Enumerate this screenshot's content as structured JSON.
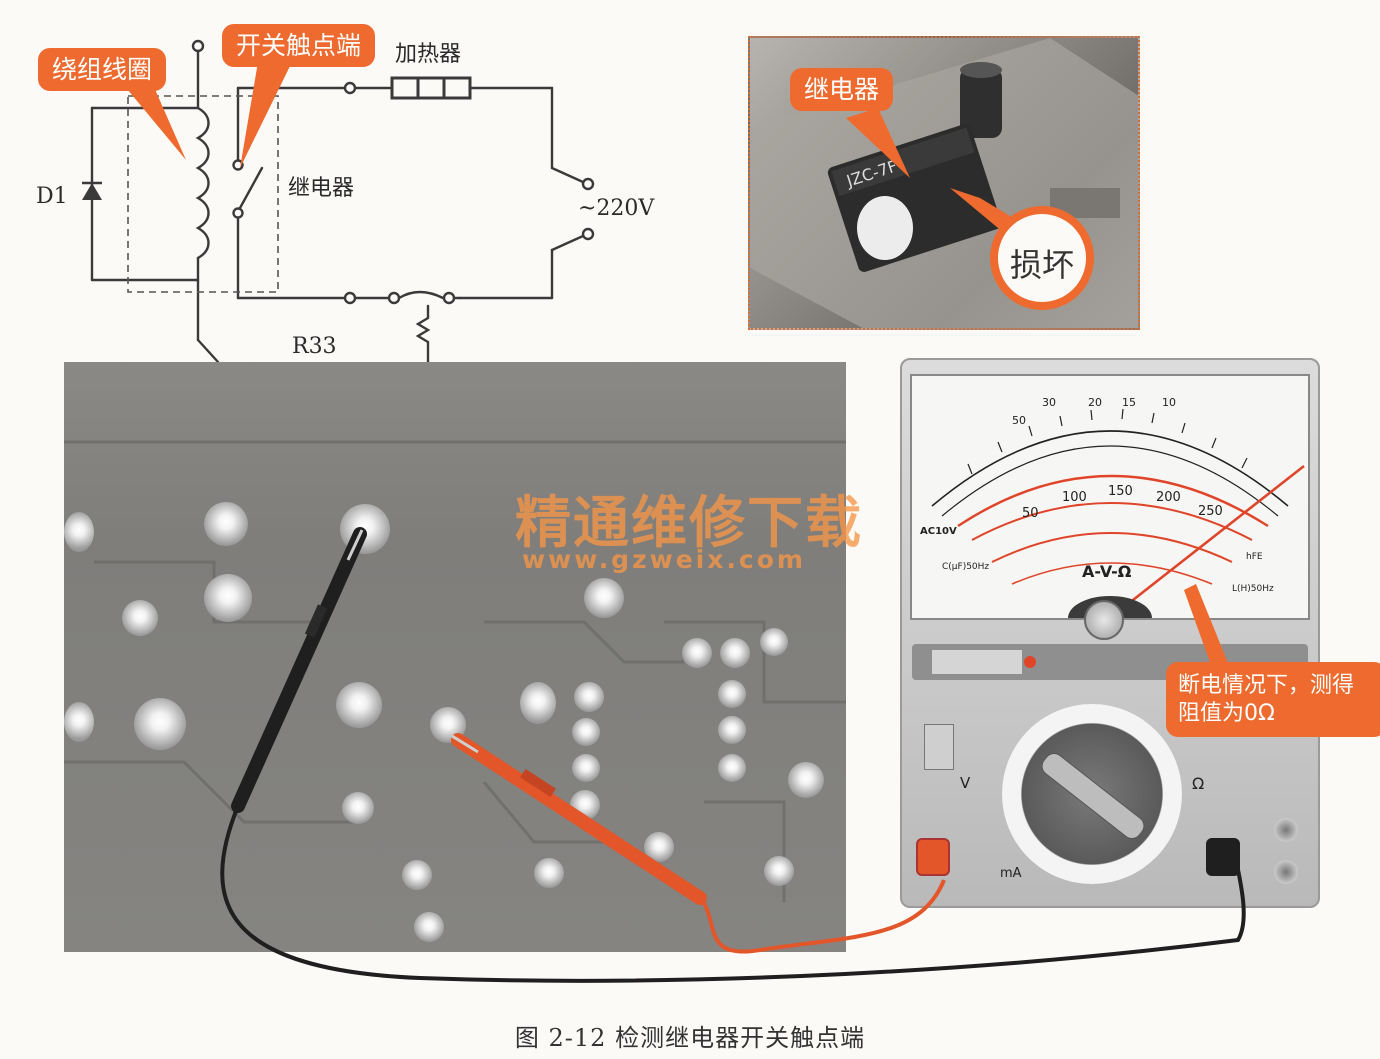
{
  "circuit": {
    "callout_coil": "绕组线圈",
    "callout_contact": "开关触点端",
    "heater_label": "加热器",
    "relay_label": "继电器",
    "diode_label": "D1",
    "voltage_label": "~220V",
    "resistor_label": "R33"
  },
  "inset": {
    "relay_callout": "继电器",
    "damage_callout": "损坏",
    "relay_marking": "JZC-7F"
  },
  "meter": {
    "scale_title": "A-V-Ω",
    "ac_label": "AC10V",
    "cap_label": "C(μF)50Hz",
    "ind_label": "L(H)50Hz",
    "hfe_label": "hFE",
    "ma_label": "mA",
    "ohm_label": "Ω",
    "v_label": "V",
    "top_scale": [
      "30",
      "20",
      "15",
      "10",
      "50"
    ],
    "mid_scale": [
      "50",
      "100",
      "150",
      "200",
      "250"
    ],
    "callout": "断电情况下，测得阻值为0Ω"
  },
  "watermark": {
    "title": "精通维修下载",
    "url": "www.gzweix.com"
  },
  "caption": "图 2-12    检测继电器开关触点端",
  "colors": {
    "accent": "#ee6a2e",
    "probe_red": "#e2562a",
    "probe_black": "#1f1f1f"
  }
}
